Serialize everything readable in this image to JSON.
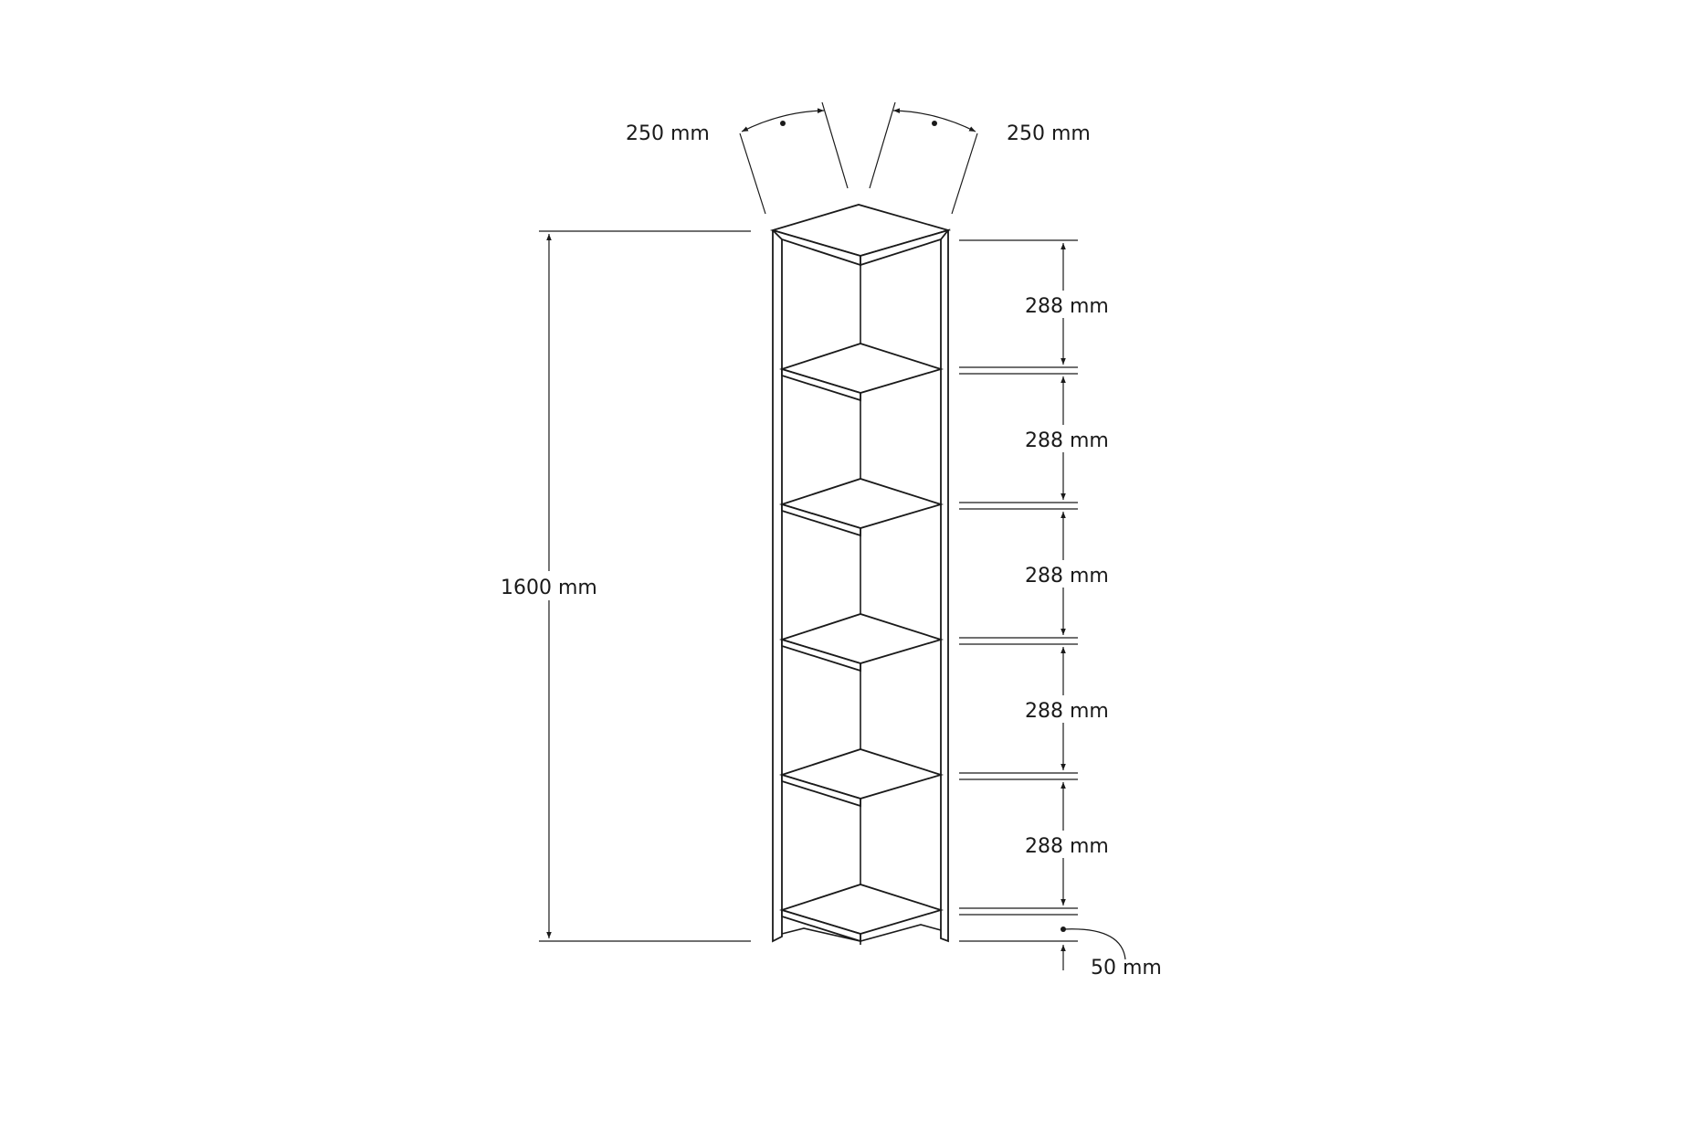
{
  "dimensions": {
    "depth_left": "250 mm",
    "depth_right": "250 mm",
    "total_height": "1600 mm",
    "shelf_gaps": [
      "288 mm",
      "288 mm",
      "288 mm",
      "288 mm",
      "288 mm"
    ],
    "base_height": "50 mm"
  }
}
